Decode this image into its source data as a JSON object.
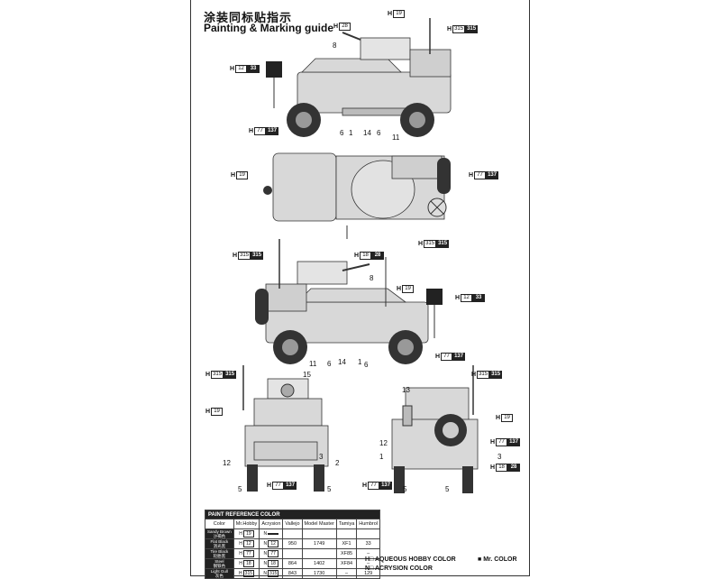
{
  "title_cn": "涂装同标贴指示",
  "title_en": "Painting & Marking guide",
  "callouts": {
    "side1_top": [
      "19",
      "28",
      "315",
      "315"
    ],
    "side1_left": [
      "12",
      "33"
    ],
    "side1_bottom": [
      "77",
      "137"
    ],
    "top_left": [
      "19"
    ],
    "top_right": [
      "77",
      "137"
    ],
    "top_bottom": [
      "315",
      "315"
    ],
    "side2_top_left": [
      "315",
      "315"
    ],
    "side2_top": [
      "18",
      "28"
    ],
    "side2_right1": [
      "19"
    ],
    "side2_right2": [
      "12",
      "33"
    ],
    "side2_bottom": [
      "77",
      "137"
    ],
    "front_ant": [
      "315",
      "315"
    ],
    "front_left": [
      "19"
    ],
    "front_bottom": [
      "77",
      "137"
    ],
    "rear_ant": [
      "315",
      "315"
    ],
    "rear_right1": [
      "19"
    ],
    "rear_right2": [
      "77",
      "137"
    ],
    "rear_right3": [
      "18",
      "28"
    ],
    "rear_bottom_left": [
      "77",
      "137"
    ]
  },
  "h_prefix": "H",
  "part_numbers": {
    "side1": [
      "8",
      "6",
      "1",
      "14",
      "6",
      "11"
    ],
    "side2": [
      "8",
      "11",
      "15",
      "6",
      "14",
      "1",
      "6"
    ],
    "front": [
      "12",
      "3",
      "2",
      "5",
      "5"
    ],
    "rear": [
      "13",
      "12",
      "1",
      "3",
      "5",
      "5"
    ]
  },
  "paint_table": {
    "title": "PAINT  REFERENCE COLOR",
    "headers": [
      "Color",
      "Mr.Hobby",
      "Acrysion",
      "Vallejo",
      "Model Master",
      "Tamiya",
      "Humbrol"
    ],
    "rows": [
      {
        "color_en": "Sandy Brown",
        "color_cn": "沙褐色",
        "h": "19",
        "n": "",
        "vallejo": "",
        "mm": "",
        "tamiya": "",
        "humbrol": ""
      },
      {
        "color_en": "Flat Black",
        "color_cn": "消光黑",
        "h": "12",
        "n": "12",
        "vallejo": "950",
        "mm": "1749",
        "tamiya": "XF1",
        "humbrol": "33"
      },
      {
        "color_en": "Tire Black",
        "color_cn": "轮胎黑",
        "h": "77",
        "n": "77",
        "vallejo": "",
        "mm": "",
        "tamiya": "XF85",
        "humbrol": "–"
      },
      {
        "color_en": "Steel",
        "color_cn": "钢铁色",
        "h": "18",
        "n": "18",
        "vallejo": "864",
        "mm": "1402",
        "tamiya": "XF84",
        "humbrol": "–"
      },
      {
        "color_en": "Light Gull",
        "color_cn": "灰色",
        "h": "315",
        "n": "315",
        "vallejo": "843",
        "mm": "1730",
        "tamiya": "–",
        "humbrol": "129"
      }
    ]
  },
  "legend": {
    "aqueous": "AQUEOUS HOBBY COLOR",
    "mr_color": "Mr. COLOR",
    "acrysion": "ACRYSION COLOR",
    "h_marker": "H",
    "n_marker": "N",
    "sq_marker": "■"
  }
}
